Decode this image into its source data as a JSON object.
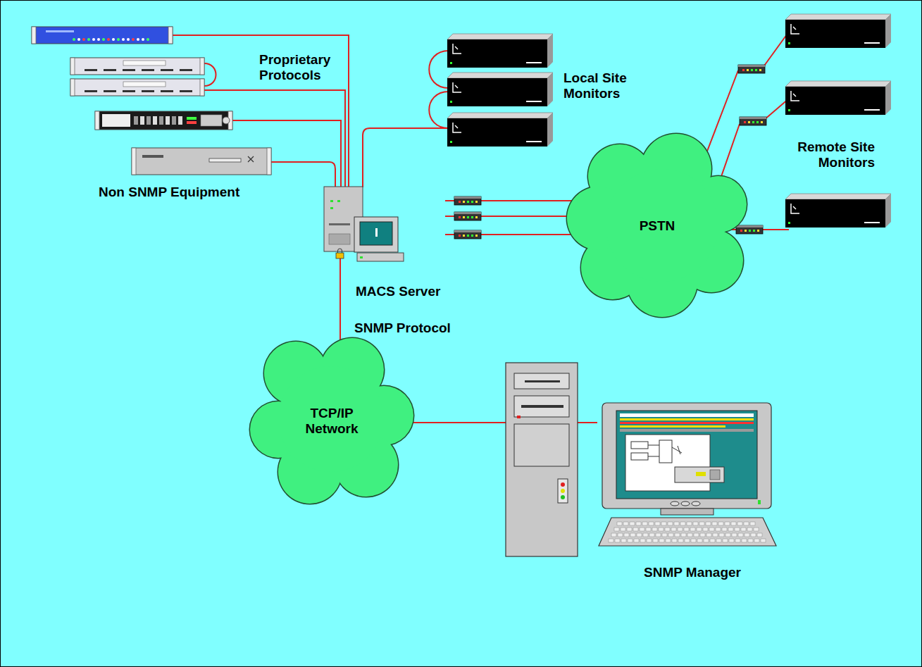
{
  "diagram": {
    "nodes": [
      {
        "text": [
          "MACS Server"
        ]
      },
      {
        "text": [
          "PSTN"
        ]
      },
      {
        "text": [
          "TCP/IP Network"
        ]
      },
      {
        "text": [
          "SNMP Manager"
        ]
      }
    ],
    "edges": [
      {
        "from": 0,
        "to": 1,
        "arrow": "none"
      },
      {
        "from": 0,
        "to": 1,
        "arrow": "none"
      },
      {
        "from": 0,
        "to": 1,
        "arrow": "none"
      },
      {
        "from": 0,
        "to": 2,
        "label": "SNMP Protocol",
        "arrow": "none"
      },
      {
        "from": 2,
        "to": 3,
        "arrow": "none"
      }
    ],
    "labels": [
      "Proprietary Protocols",
      "Local Site Monitors",
      "Remote Site Monitors",
      "Non SNMP Equipment"
    ]
  }
}
